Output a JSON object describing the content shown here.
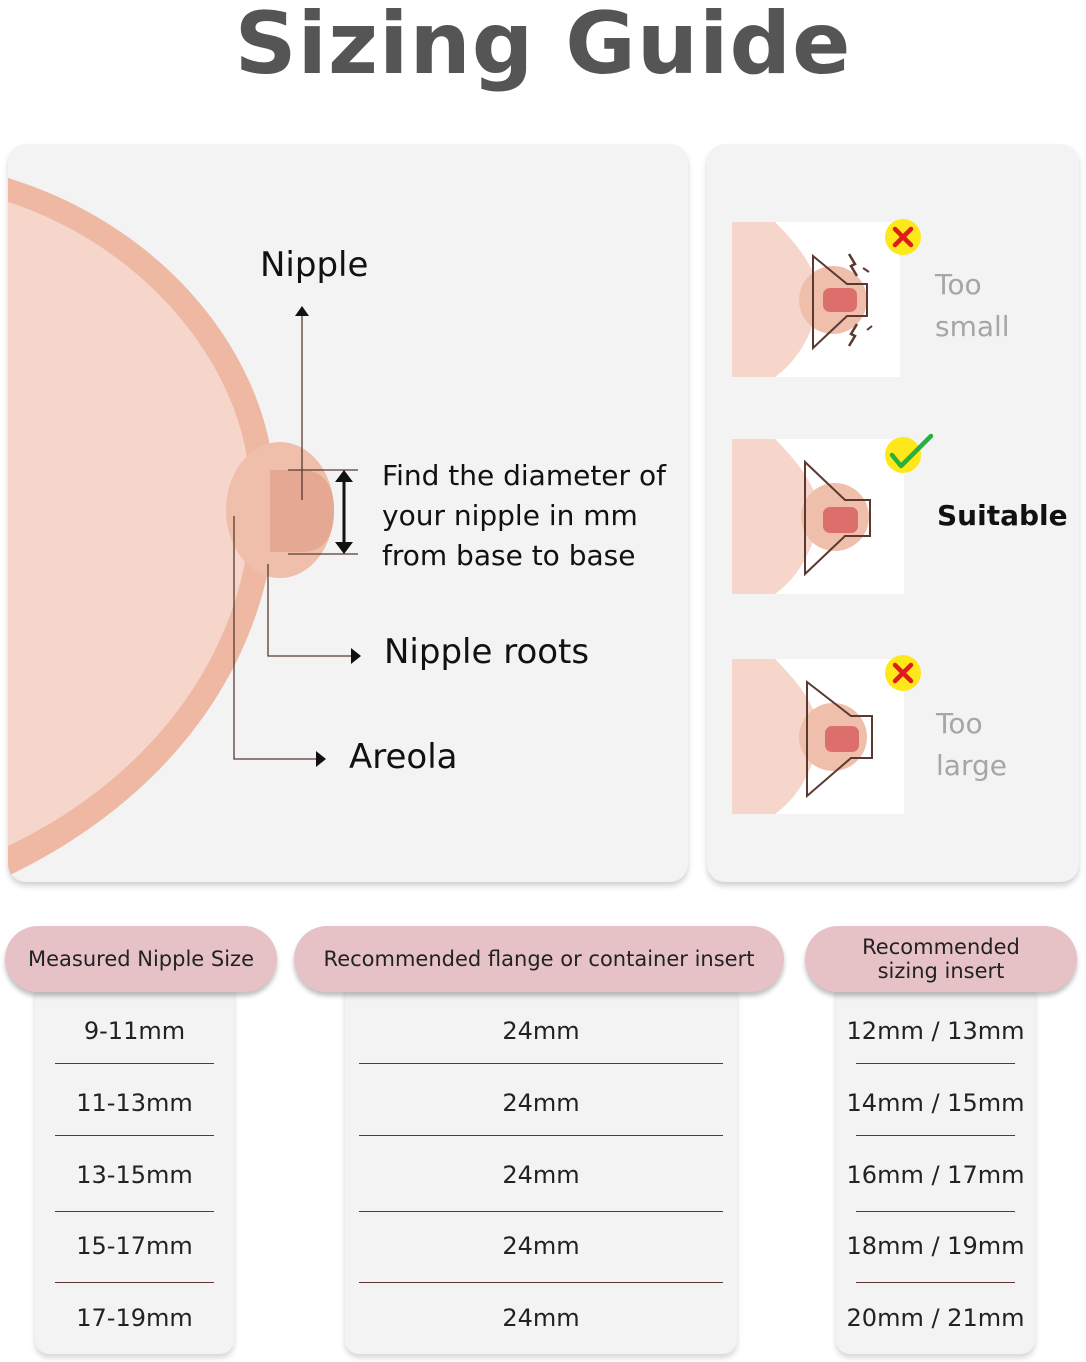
{
  "title": "Sizing Guide",
  "diagram": {
    "nipple_label": "Nipple",
    "instruction_lines": [
      "Find the diameter of",
      "your nipple in mm",
      "from base to base"
    ],
    "nipple_roots_label": "Nipple roots",
    "areola_label": "Areola"
  },
  "fit_states": [
    {
      "label_lines": [
        "Too",
        "small"
      ],
      "indicator": "x-icon"
    },
    {
      "label_lines": [
        "Suitable"
      ],
      "indicator": "check-icon"
    },
    {
      "label_lines": [
        "Too",
        "large"
      ],
      "indicator": "x-icon"
    }
  ],
  "table": {
    "headers": [
      "Measured Nipple Size",
      "Recommended flange or container insert",
      "Recommended sizing insert"
    ],
    "columns": [
      [
        "9-11mm",
        "11-13mm",
        "13-15mm",
        "15-17mm",
        "17-19mm"
      ],
      [
        "24mm",
        "24mm",
        "24mm",
        "24mm",
        "24mm"
      ],
      [
        "12mm / 13mm",
        "14mm / 15mm",
        "16mm / 17mm",
        "18mm / 19mm",
        "20mm / 21mm"
      ]
    ]
  },
  "colors": {
    "skin": "#f6d6cb",
    "skin_edge": "#eeb8a3",
    "nipple": "#e5a892",
    "nipple_dark": "#dc6f6c",
    "header_pill": "#e6c2c7",
    "panel": "#f3f3f3",
    "x_bg": "#ffe81a",
    "x_mark": "#e01b1b",
    "check": "#27b03d"
  }
}
